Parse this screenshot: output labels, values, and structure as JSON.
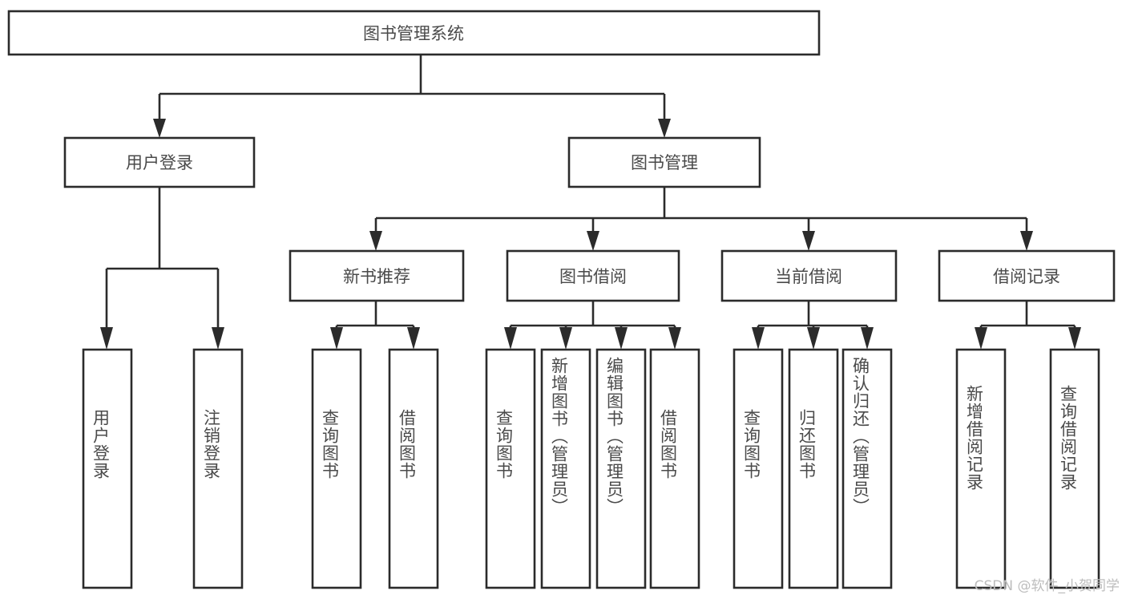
{
  "diagram": {
    "title": "图书管理系统",
    "type": "tree-hierarchy-chart",
    "root": {
      "label": "图书管理系统"
    },
    "level2": [
      {
        "label": "用户登录"
      },
      {
        "label": "图书管理"
      }
    ],
    "level3": [
      {
        "label": "新书推荐"
      },
      {
        "label": "图书借阅"
      },
      {
        "label": "当前借阅"
      },
      {
        "label": "借阅记录"
      }
    ],
    "leaves": {
      "user_login": [
        {
          "label": "用户登录"
        },
        {
          "label": "注销登录"
        }
      ],
      "new_book_recommend": [
        {
          "label": "查询图书"
        },
        {
          "label": "借阅图书"
        }
      ],
      "book_borrow": [
        {
          "label": "查询图书"
        },
        {
          "label": "新增图书（管理员）"
        },
        {
          "label": "编辑图书（管理员）"
        },
        {
          "label": "借阅图书"
        }
      ],
      "current_borrow": [
        {
          "label": "查询图书"
        },
        {
          "label": "归还图书"
        },
        {
          "label": "确认归还（管理员）"
        }
      ],
      "borrow_record": [
        {
          "label": "新增借阅记录"
        },
        {
          "label": "查询借阅记录"
        }
      ]
    }
  },
  "watermark": {
    "text": "CSDN @软件_小贺同学"
  },
  "colors": {
    "stroke": "#2b2b2b",
    "text": "#4a4a4a",
    "background": "#ffffff",
    "watermark": "#bdbdbd"
  }
}
